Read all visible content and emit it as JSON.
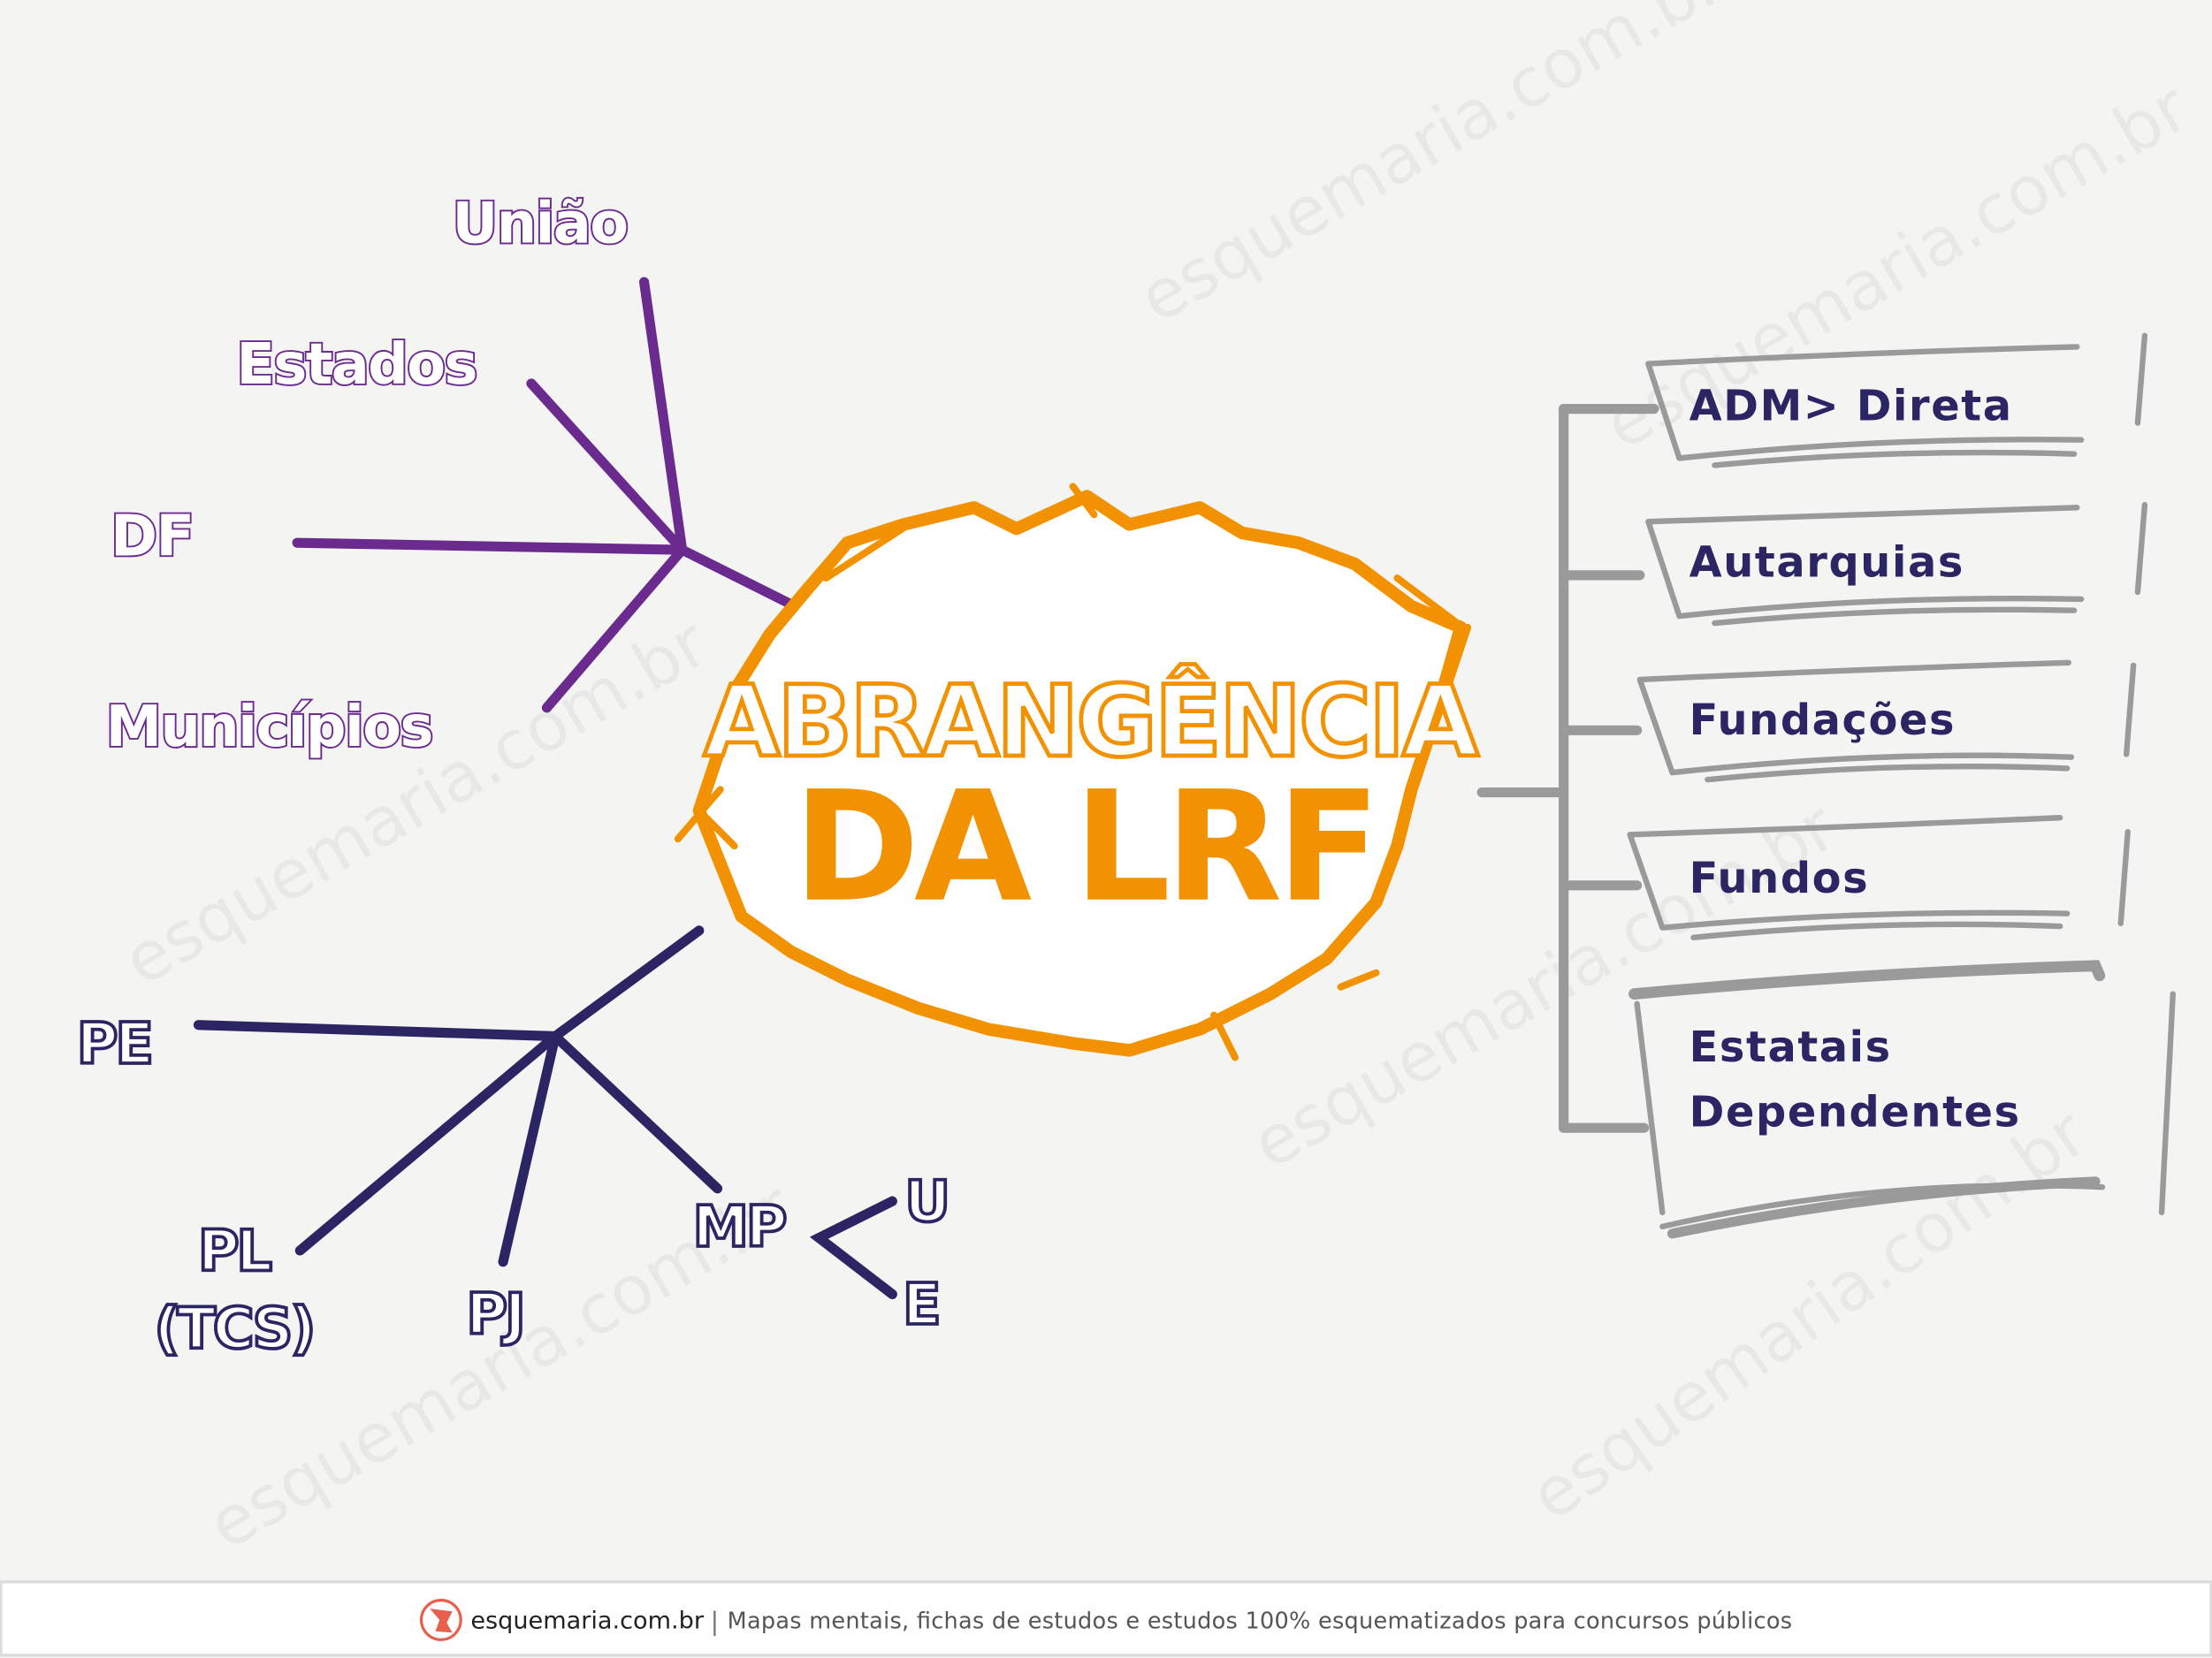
{
  "title": {
    "line1": "ABRANGÊNCIA",
    "line2": "DA LRF"
  },
  "entes": {
    "items": [
      "União",
      "Estados",
      "DF",
      "Municípios"
    ]
  },
  "poderes": {
    "PE": "PE",
    "PL": "PL",
    "TCS": "(TCS)",
    "PJ": "PJ",
    "MP": "MP",
    "MP_U": "U",
    "MP_E": "E"
  },
  "administracao": {
    "items": [
      "ADM> Direta",
      "Autarquias",
      "Fundações",
      "Fundos"
    ],
    "estatais_line1": "Estatais",
    "estatais_line2": "Dependentes"
  },
  "footer": {
    "brand": "esquemaria.com.br",
    "separator": "|",
    "tagline": "Mapas mentais, fichas de estudos e estudos 100% esquematizados para concursos públicos"
  },
  "watermark": "esquemaria.com.br",
  "colors": {
    "purple": "#6a2a8e",
    "navy": "#2b2563",
    "orange": "#f39200",
    "gray": "#9a9a9a"
  }
}
